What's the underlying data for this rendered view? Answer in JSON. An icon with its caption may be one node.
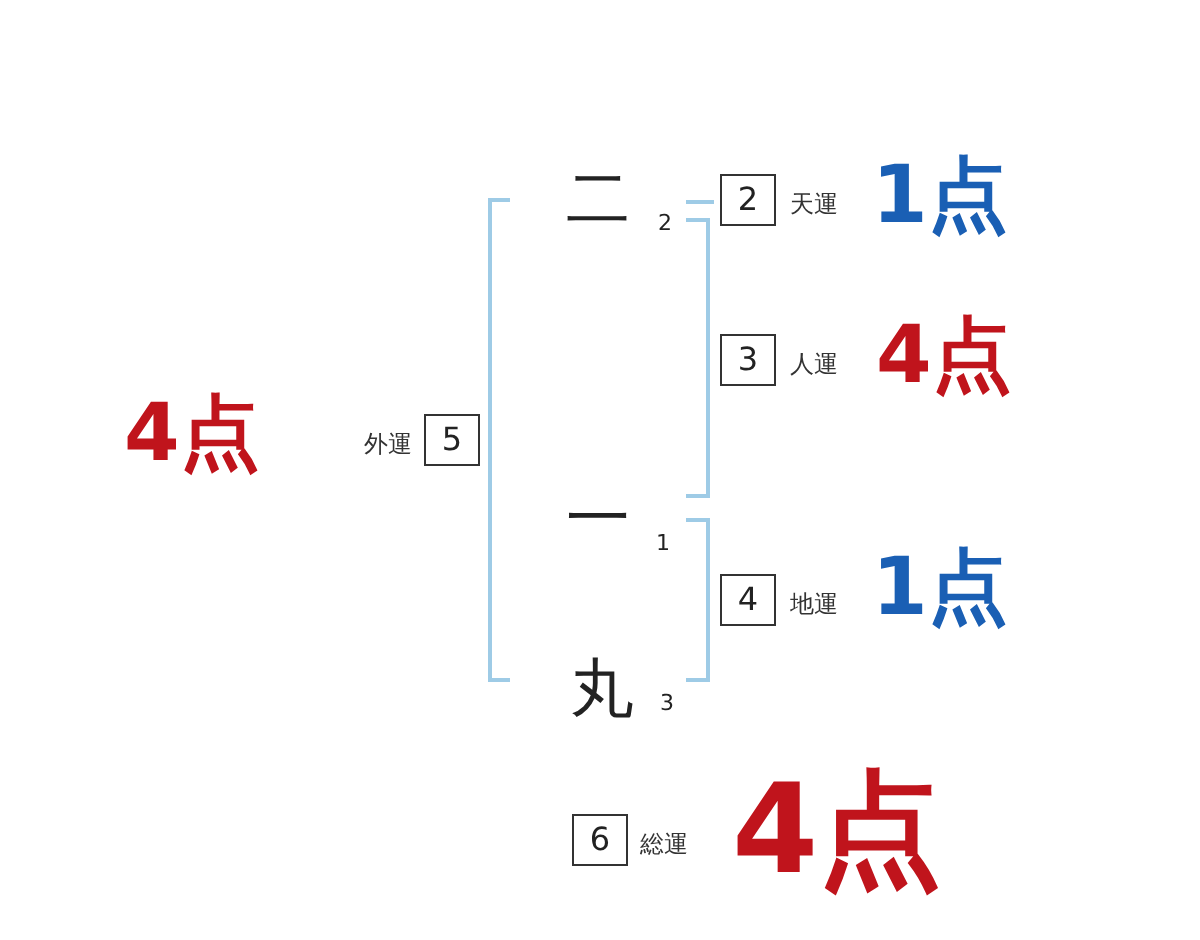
{
  "diagram": {
    "nodes": [
      {
        "text": [
          "2"
        ],
        "beside": [
          "天運",
          "1点"
        ]
      },
      {
        "text": [
          "3"
        ],
        "beside": [
          "人運",
          "4点"
        ]
      },
      {
        "text": [
          "5"
        ],
        "beside": [
          "外運",
          "4点"
        ]
      },
      {
        "text": [
          "4"
        ],
        "beside": [
          "地運",
          "1点"
        ]
      },
      {
        "text": [
          "6"
        ],
        "beside": [
          "総運",
          "4点"
        ]
      }
    ],
    "labels": [
      "二",
      "2",
      "一",
      "1",
      "丸",
      "3"
    ]
  }
}
